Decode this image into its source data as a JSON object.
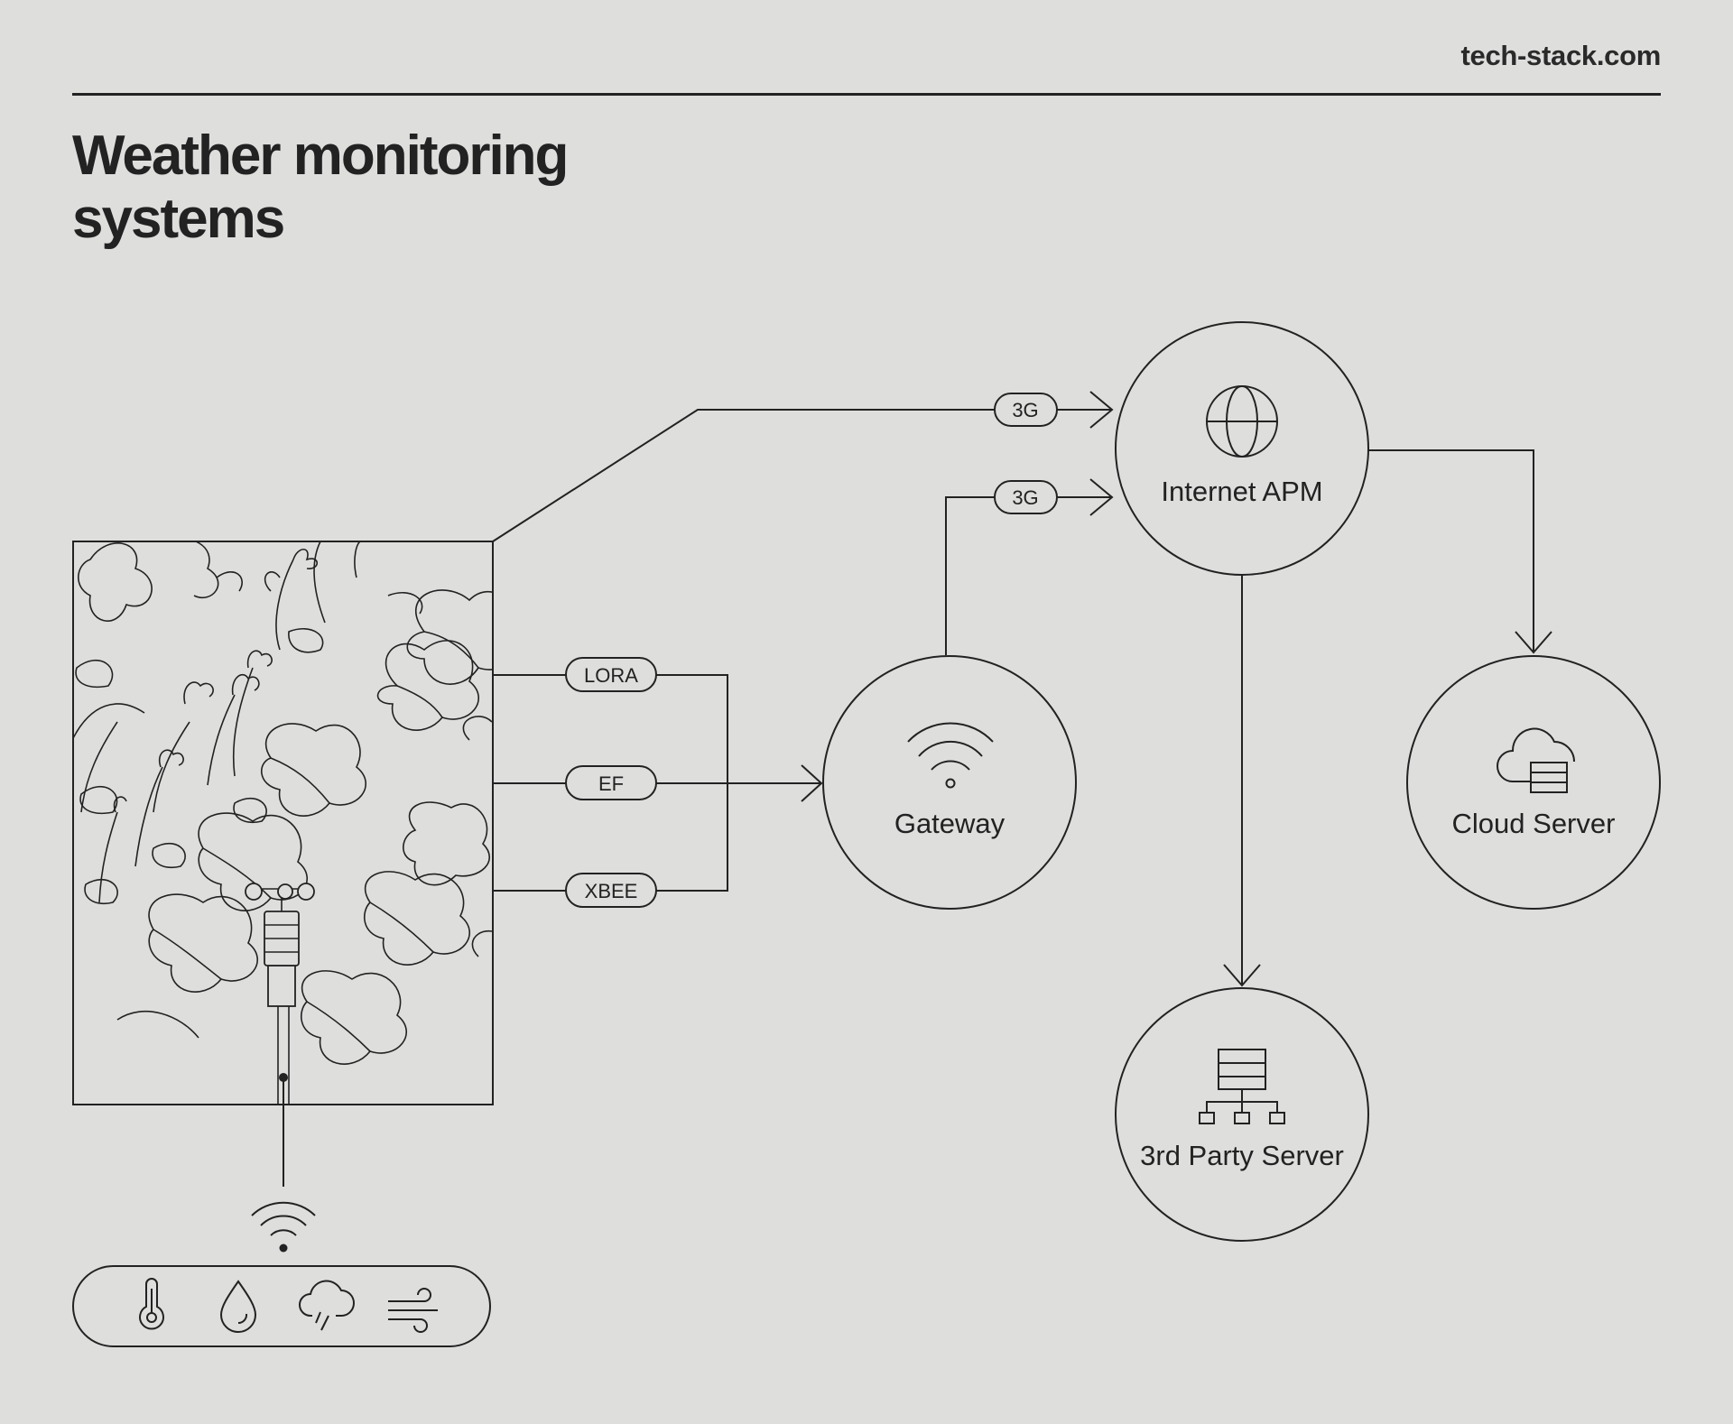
{
  "header": {
    "site": "tech-stack.com",
    "title_line1": "Weather monitoring",
    "title_line2": "systems"
  },
  "nodes": {
    "internet": "Internet APM",
    "gateway": "Gateway",
    "cloud": "Cloud Server",
    "third_party": "3rd Party Server"
  },
  "links": {
    "field_to_internet": "3G",
    "gateway_to_internet": "3G",
    "lora": "LORA",
    "ef": "EF",
    "xbee": "XBEE"
  },
  "sensors": [
    "thermometer-icon",
    "water-drop-icon",
    "rain-cloud-icon",
    "wind-icon"
  ]
}
